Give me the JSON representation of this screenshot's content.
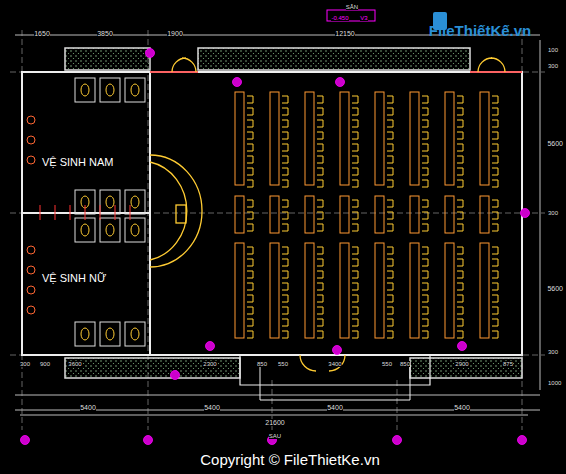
{
  "diagram": {
    "nodes": [
      {
        "text": [
          "VỆ SINH NAM"
        ]
      },
      {
        "text": [
          "VỆ SINH NỮ"
        ]
      }
    ],
    "labels": [
      "FileThiếtKế.vn",
      "Copyright © FileThietKe.vn",
      "SÂN",
      "-0.450",
      "V3",
      "1650",
      "3850",
      "1900",
      "12150",
      "300",
      "900",
      "3600",
      "2300",
      "850",
      "550",
      "3400",
      "550",
      "850",
      "2900",
      "875",
      "5400",
      "5400",
      "5400",
      "5400",
      "21600",
      "SAU",
      "100",
      "300",
      "5600",
      "300",
      "5600",
      "300",
      "1000"
    ]
  }
}
